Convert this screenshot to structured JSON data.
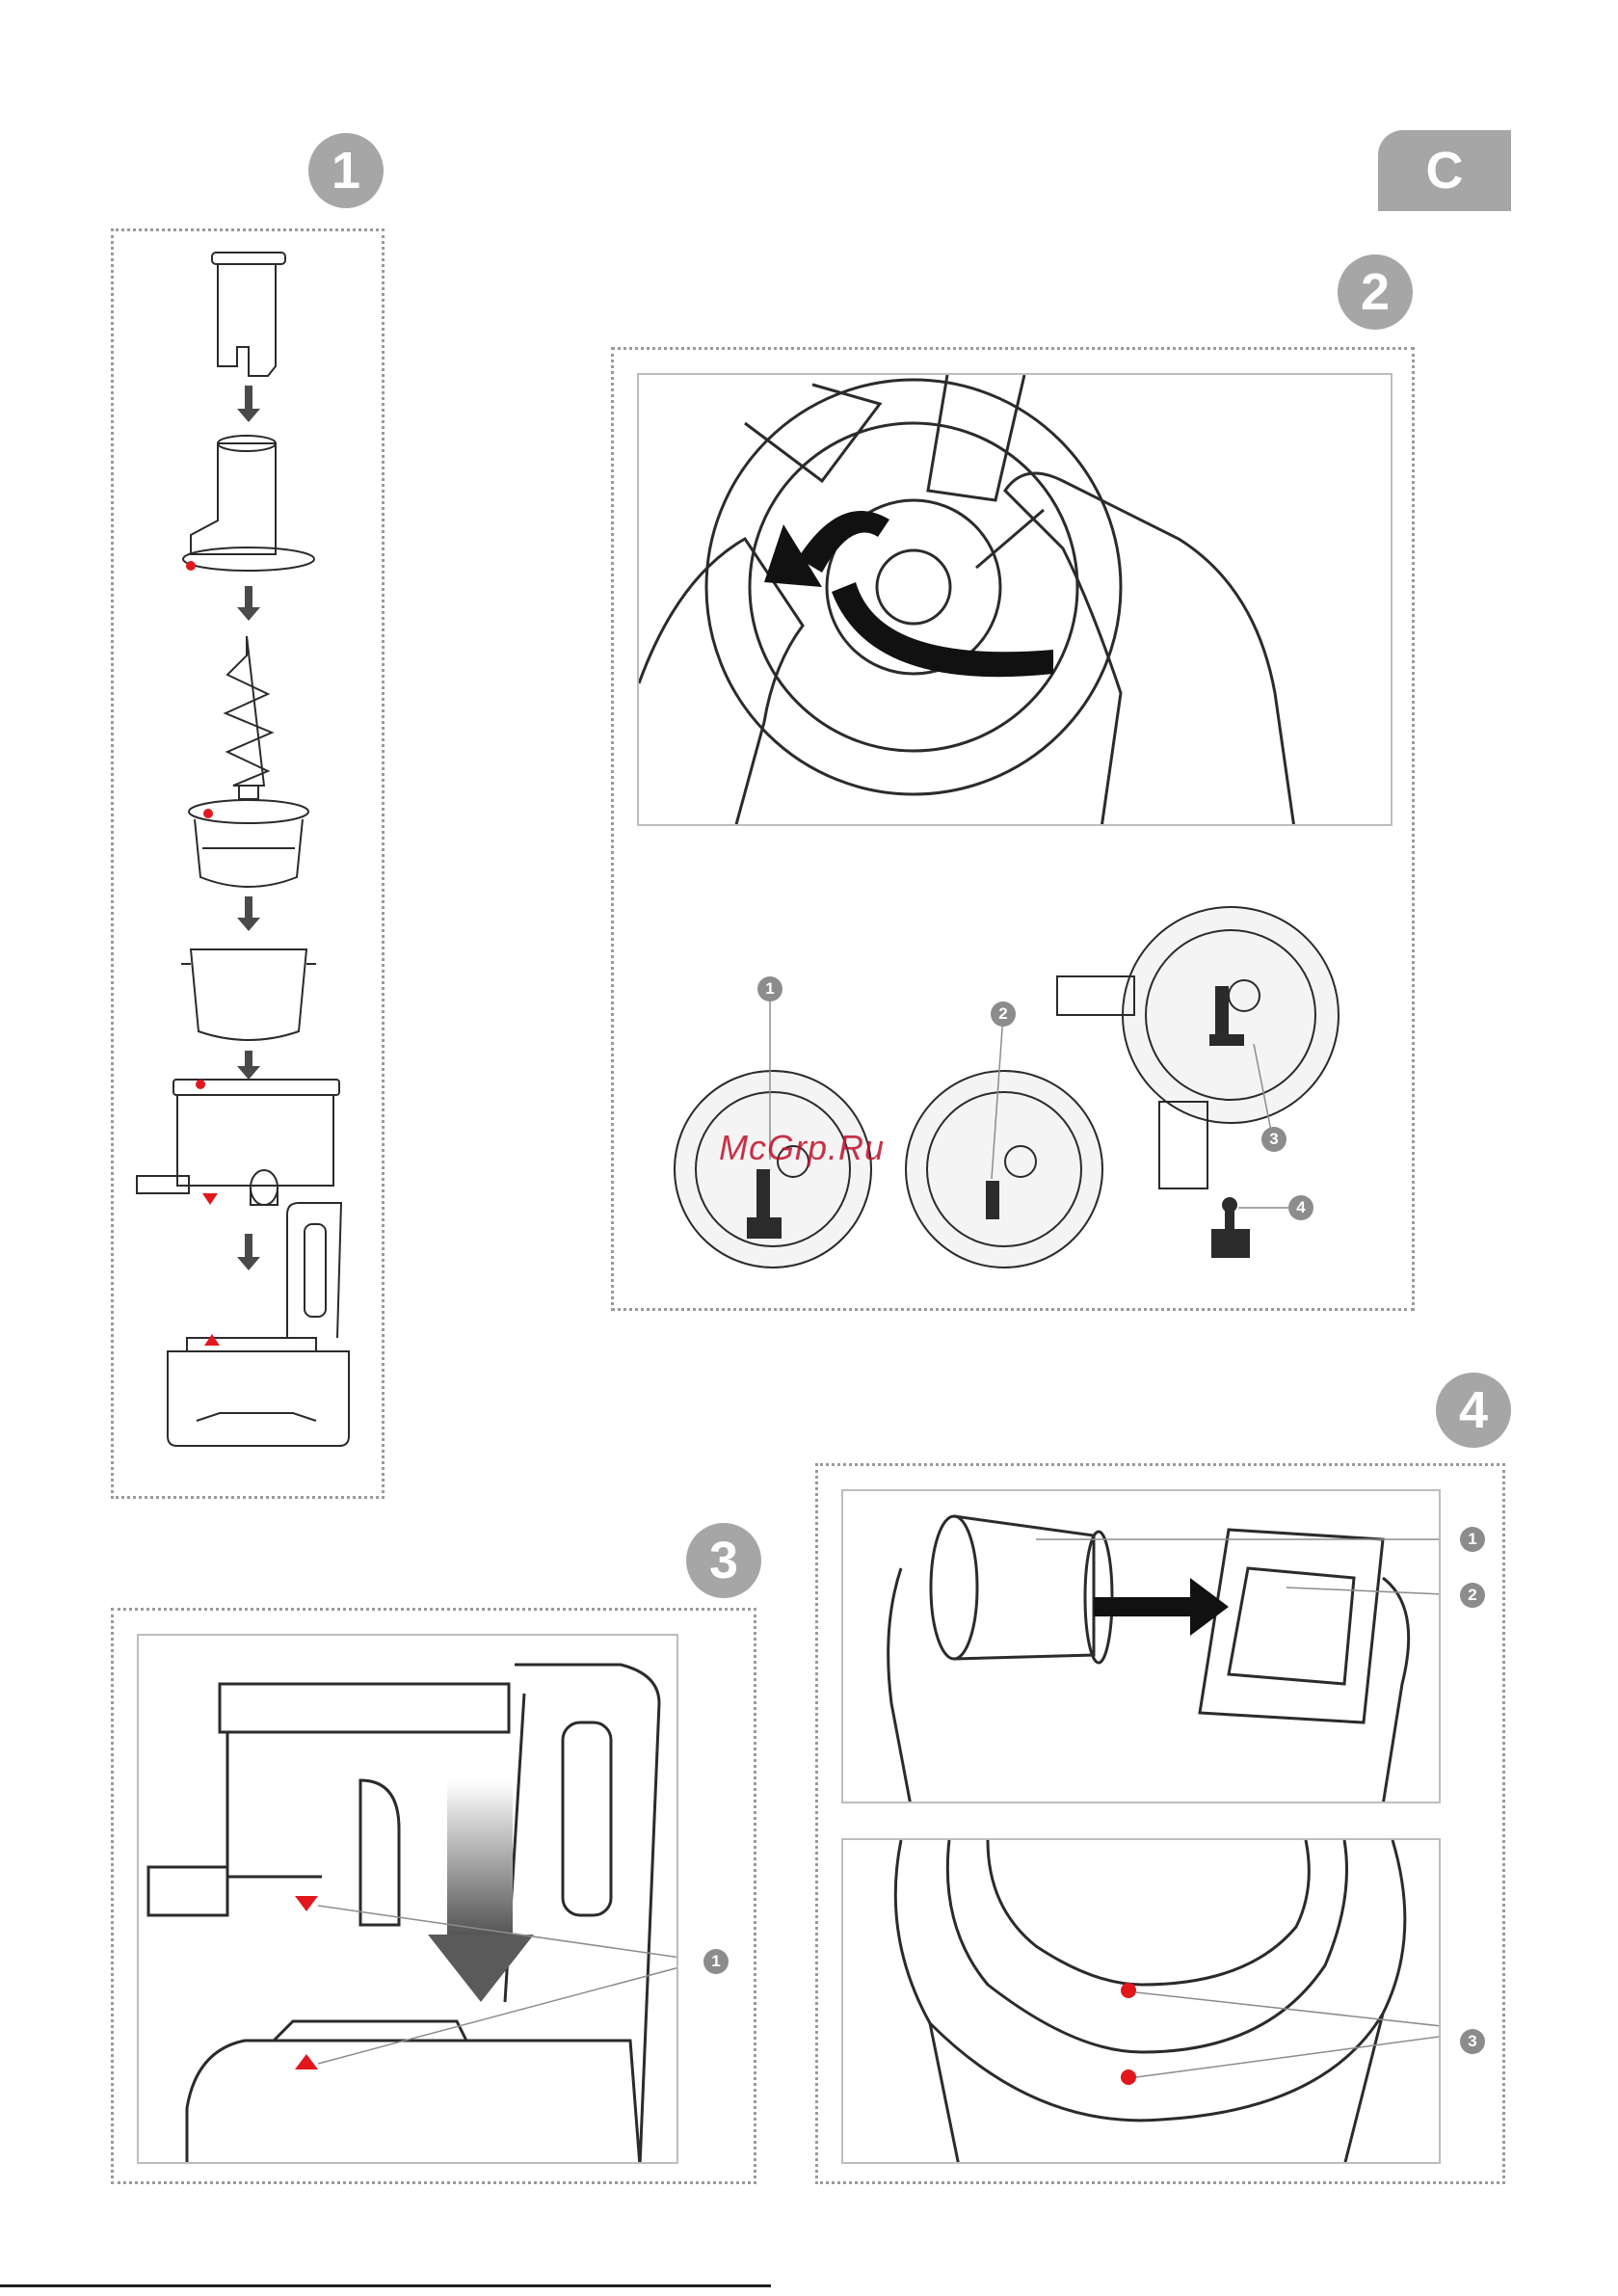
{
  "section": {
    "label": "C"
  },
  "steps": [
    {
      "number": "1"
    },
    {
      "number": "2"
    },
    {
      "number": "3"
    },
    {
      "number": "4"
    }
  ],
  "callouts": {
    "step2": [
      "1",
      "2",
      "3",
      "4"
    ],
    "step3": [
      "1"
    ],
    "step4": [
      "1",
      "2",
      "3"
    ]
  },
  "watermark": "McGrp.Ru",
  "colors": {
    "badge": "#a6a6a6",
    "accent_red": "#e3161e",
    "line": "#2b2b2b"
  }
}
